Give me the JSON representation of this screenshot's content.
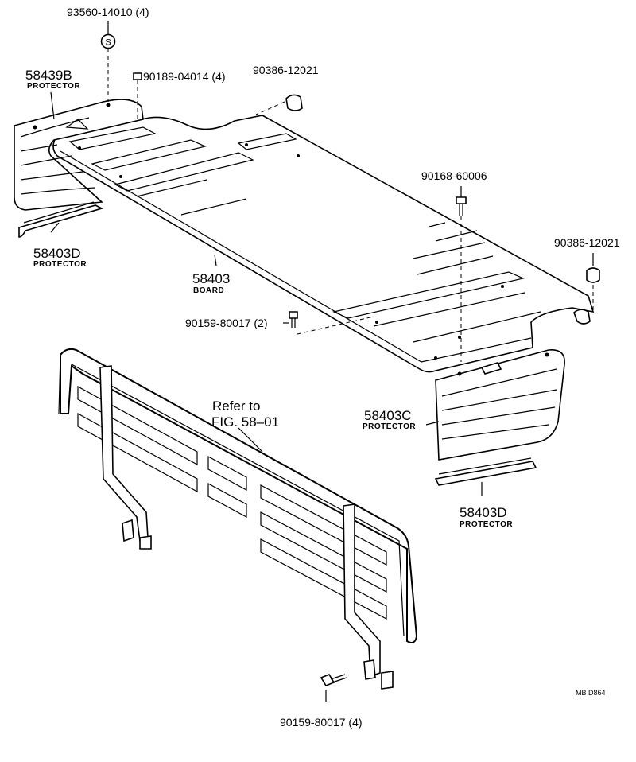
{
  "callouts": {
    "clip_93560": "93560-14010 (4)",
    "protector_58439B_num": "58439B",
    "protector_58439B_name": "PROTECTOR",
    "screw_90189": "90189-04014 (4)",
    "nut_90386_left": "90386-12021",
    "protector_58403D_left_num": "58403D",
    "protector_58403D_left_name": "PROTECTOR",
    "board_num": "58403",
    "board_name": "BOARD",
    "bolt_90168": "90168-60006",
    "nut_90386_right": "90386-12021",
    "bolt_90159_2": "90159-80017 (2)",
    "refer_line1": "Refer to",
    "refer_line2": "FIG. 58–01",
    "protector_58403C_num": "58403C",
    "protector_58403C_name": "PROTECTOR",
    "protector_58403D_right_num": "58403D",
    "protector_58403D_right_name": "PROTECTOR",
    "bolt_90159_4": "90159-80017 (4)",
    "diagram_code": "MB  D864"
  },
  "clip_symbol": "S"
}
